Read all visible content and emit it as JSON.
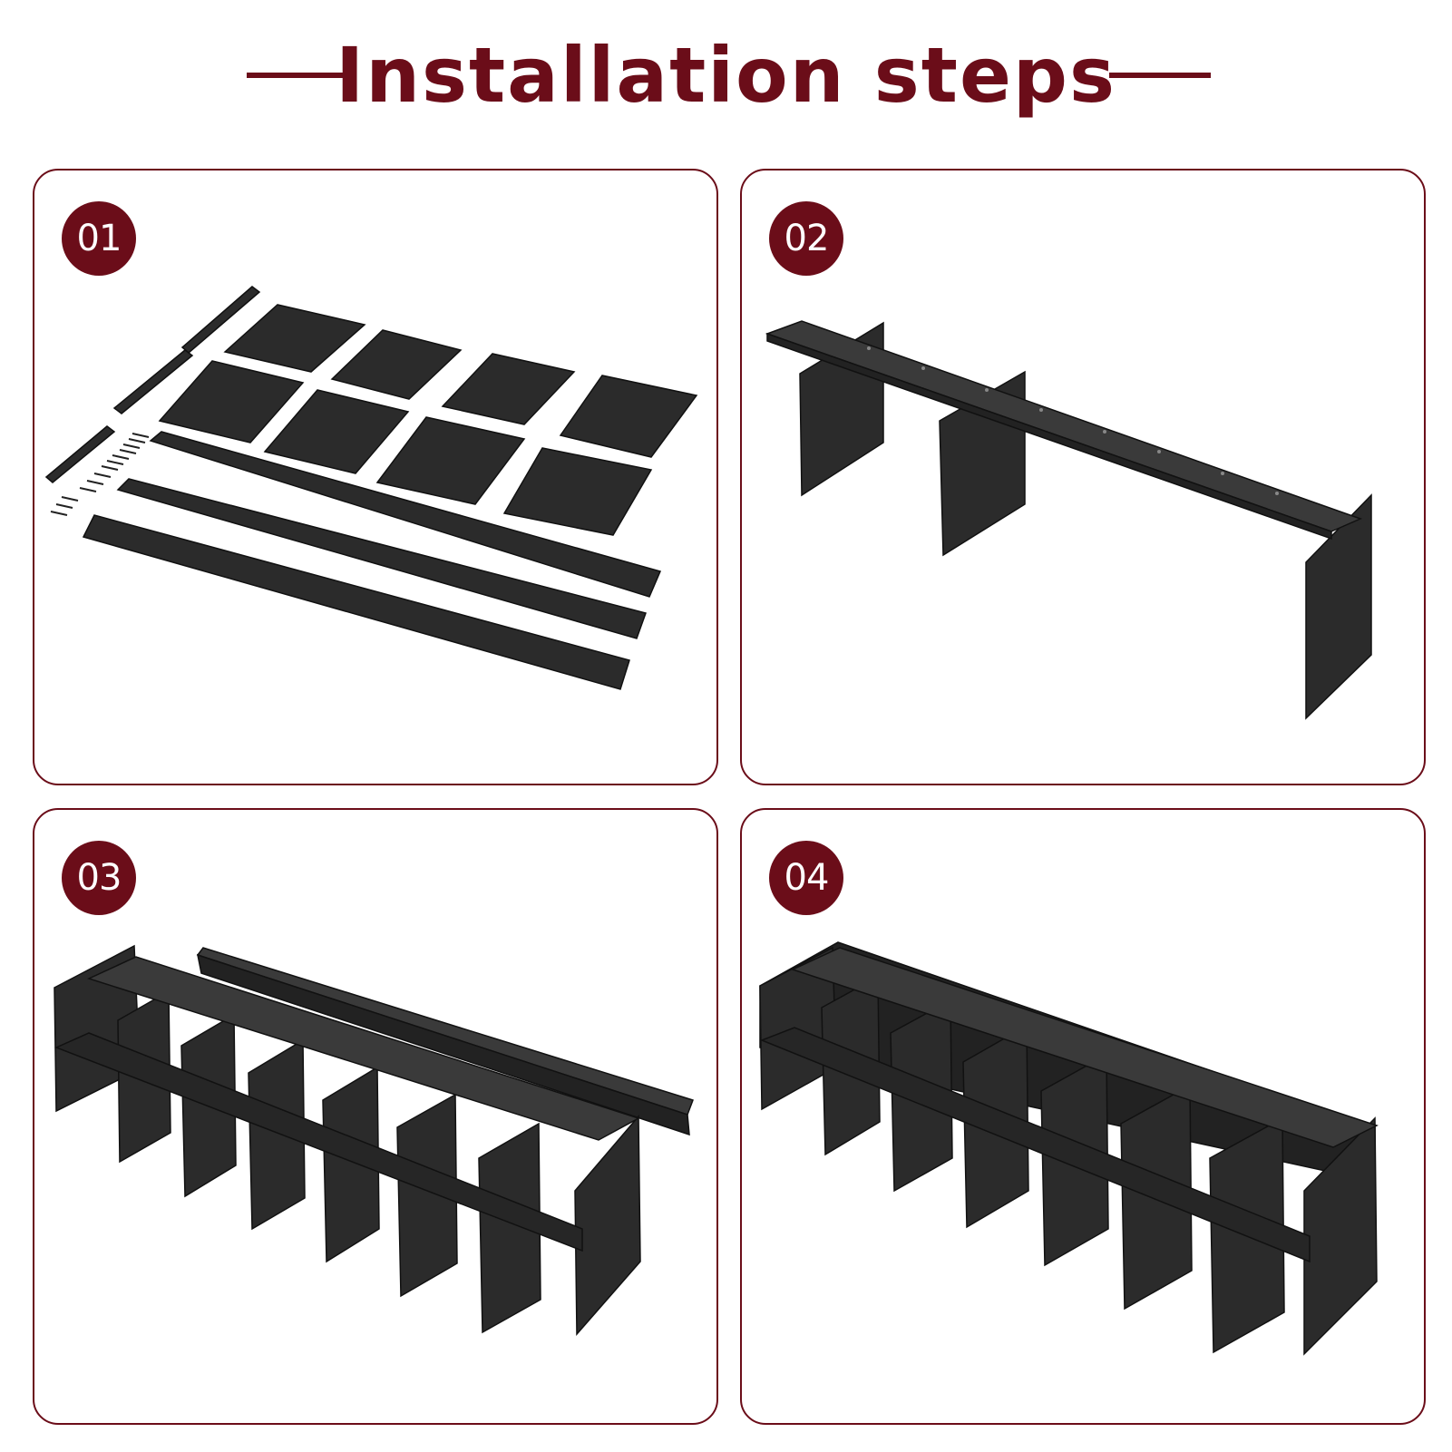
{
  "header": {
    "title": "Installation steps"
  },
  "steps": [
    {
      "number": "01",
      "illustration": "unassembled-panels-and-screws"
    },
    {
      "number": "02",
      "illustration": "top-board-on-dividers"
    },
    {
      "number": "03",
      "illustration": "partial-cubby-shelf-with-back-rail"
    },
    {
      "number": "04",
      "illustration": "completed-cubby-shoe-rack"
    }
  ],
  "colors": {
    "accent": "#6b0d19",
    "panel_dark": "#2b2b2b",
    "panel_top": "#3a3a3a",
    "panel_edge": "#111111",
    "background": "#ffffff"
  }
}
